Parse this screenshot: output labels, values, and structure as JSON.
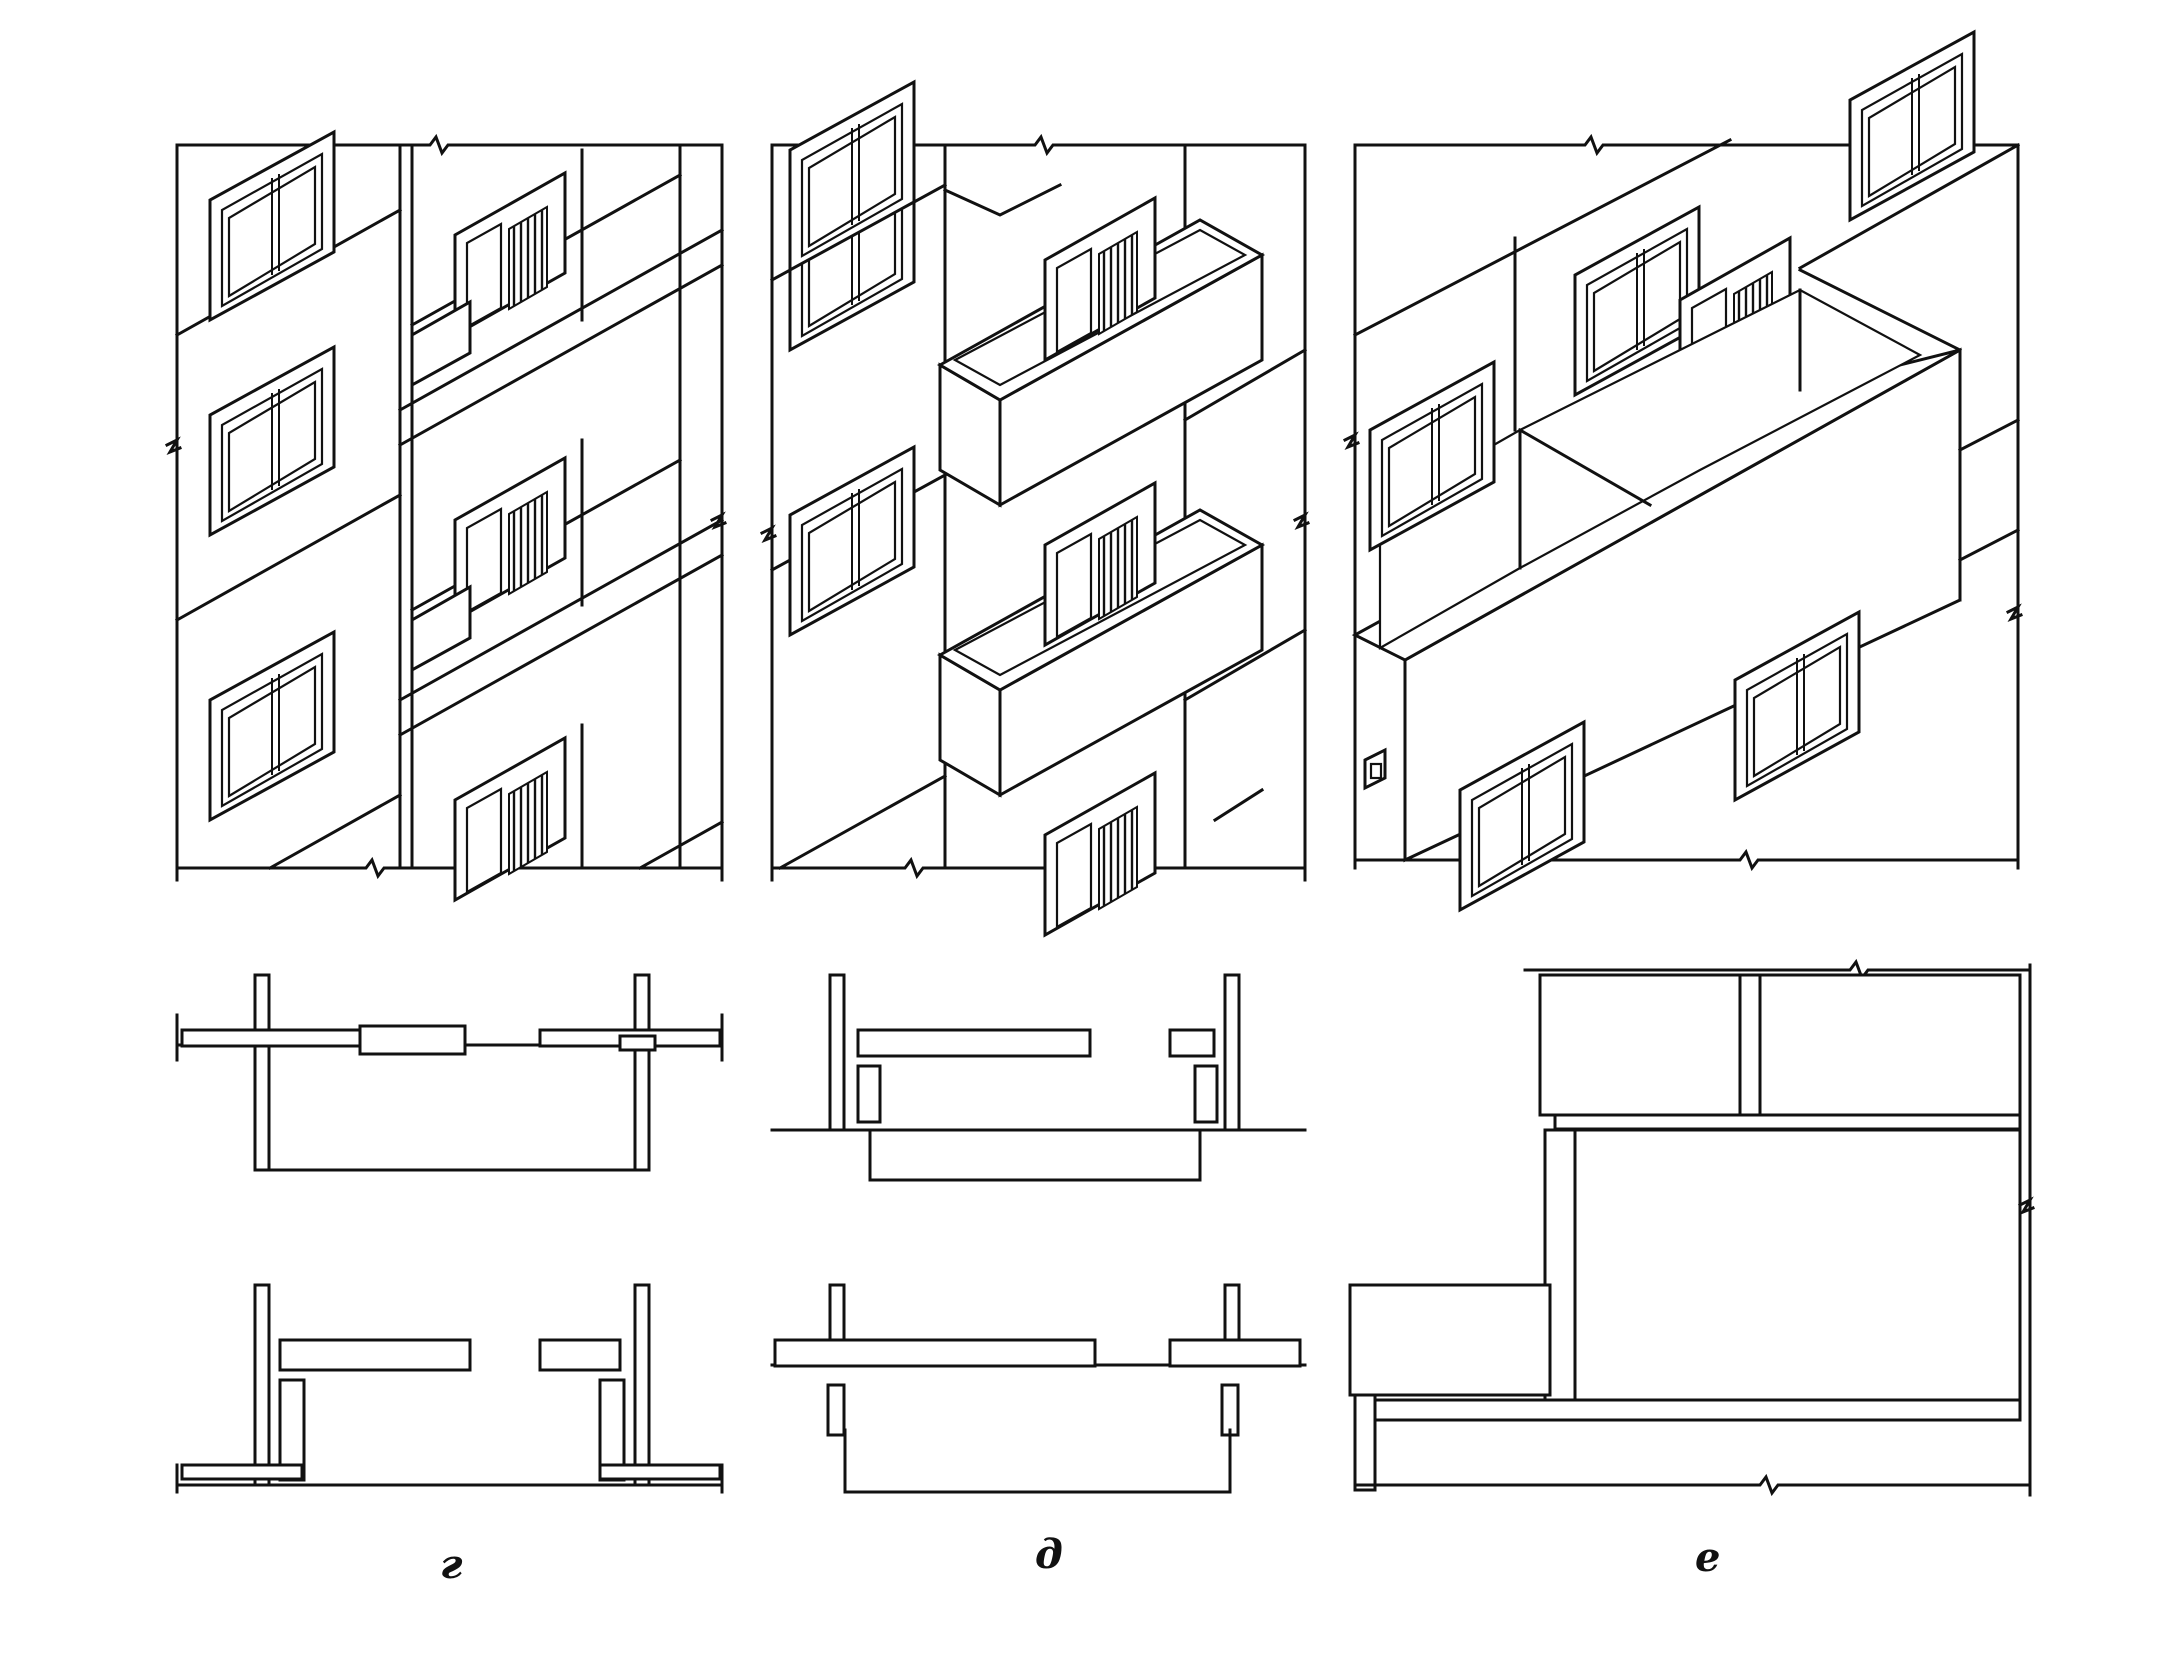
{
  "figure": {
    "captions": {
      "g": "г",
      "d": "д",
      "e": "е"
    }
  },
  "colors": {
    "ink": "#111111",
    "paper": "#ffffff"
  }
}
